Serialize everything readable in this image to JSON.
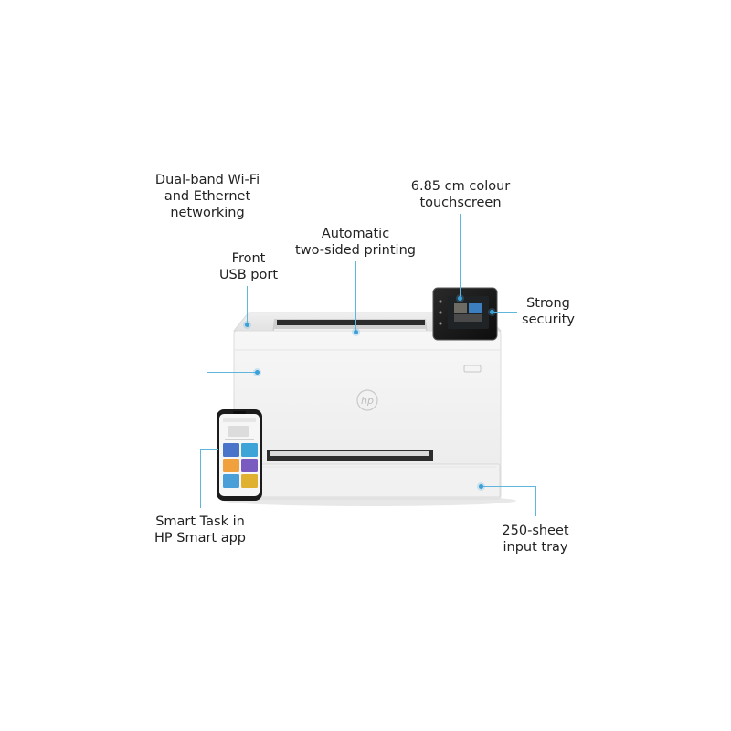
{
  "product": {
    "brand_logo": "hp"
  },
  "phone_app": {
    "app_name": "HP Smart",
    "tile_colors": [
      "#4a74c9",
      "#3ea4d8",
      "#f0a03c",
      "#7a5cc0",
      "#4a9fd8",
      "#e0b030"
    ]
  },
  "callouts": {
    "wifi": {
      "lines": [
        "Dual-band Wi-Fi",
        "and Ethernet",
        "networking"
      ]
    },
    "usb": {
      "lines": [
        "Front",
        "USB port"
      ]
    },
    "duplex": {
      "lines": [
        "Automatic",
        "two-sided printing"
      ]
    },
    "touchscreen": {
      "lines": [
        "6.85 cm colour",
        "touchscreen"
      ]
    },
    "security": {
      "lines": [
        "Strong",
        "security"
      ]
    },
    "smart_task": {
      "lines": [
        "Smart Task in",
        "HP Smart app"
      ]
    },
    "tray": {
      "lines": [
        "250-sheet",
        "input tray"
      ]
    }
  },
  "colors": {
    "accent_line": "#5fb6dc",
    "printer_body": "#f4f4f4",
    "text": "#222222"
  }
}
